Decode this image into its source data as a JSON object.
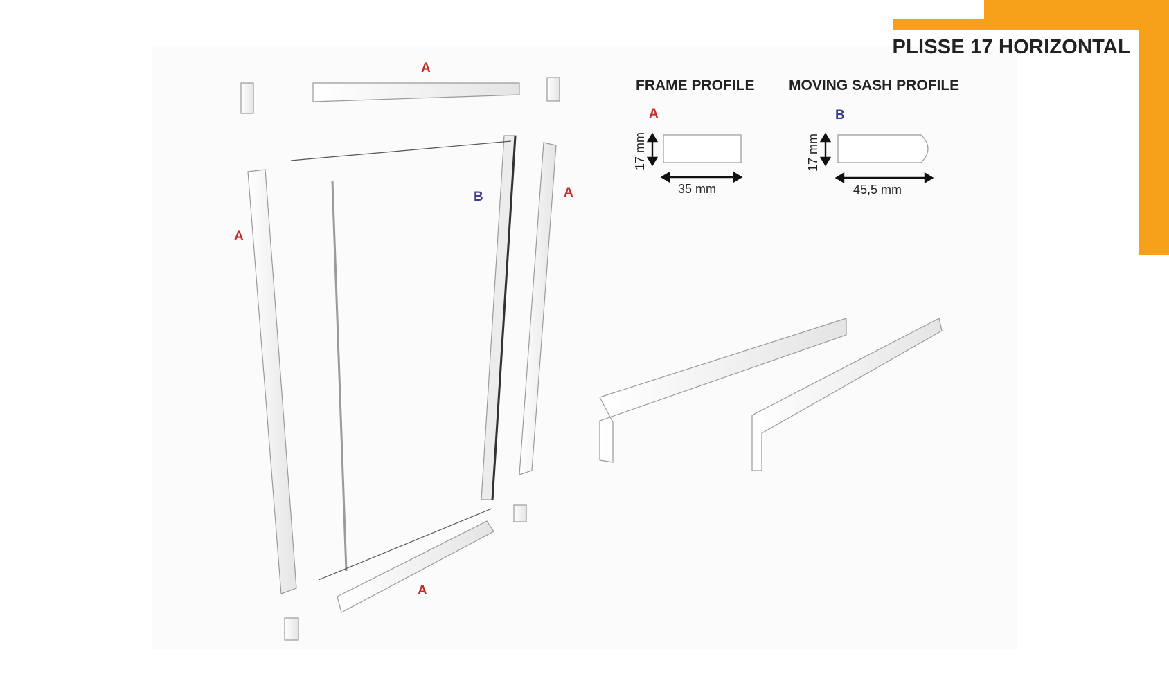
{
  "title": "PLISSE 17 HORIZONTAL",
  "colors": {
    "accent": "#f7a11a",
    "label_red": "#c42b2b",
    "label_blue": "#3d3d8f"
  },
  "exploded_view": {
    "labels": {
      "top": "A",
      "left": "A",
      "right": "A",
      "bottom": "A",
      "sash": "B"
    }
  },
  "frame_profile": {
    "heading": "FRAME PROFILE",
    "tag": "A",
    "height": "17 mm",
    "width": "35 mm"
  },
  "sash_profile": {
    "heading": "MOVING SASH PROFILE",
    "tag": "B",
    "height": "17 mm",
    "width": "45,5 mm"
  }
}
